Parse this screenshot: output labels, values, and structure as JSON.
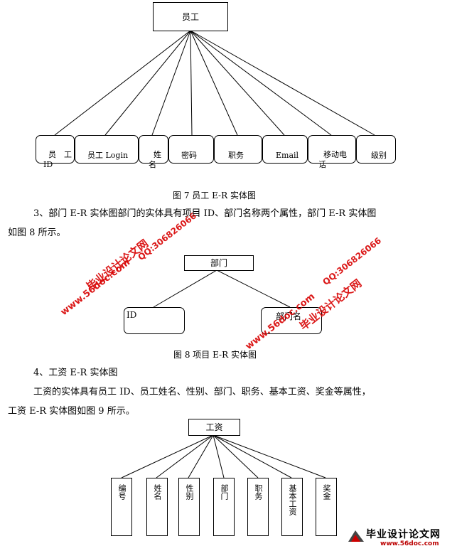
{
  "fig7": {
    "root": "员工",
    "attrs": [
      "员　工\nID",
      "员工 Login",
      "姓\n名",
      "密码",
      "职务",
      "Email",
      "移动电\n话",
      "级别"
    ],
    "caption": "图 7  员工 E-R 实体图"
  },
  "para3": {
    "line1": "3、部门 E-R 实体图部门的实体具有项目 ID、部门名称两个属性，部门 E-R 实体图",
    "line2": "如图 8 所示。"
  },
  "fig8": {
    "root": "部门",
    "attrs": [
      "ID",
      "部门名"
    ],
    "caption": "图 8   项目 E-R 实体图"
  },
  "para4": {
    "heading": "4、工资 E-R 实体图",
    "line1": "工资的实体具有员工 ID、员工姓名、性别、部门、职务、基本工资、奖金等属性，",
    "line2": "工资 E-R 实体图如图 9 所示。"
  },
  "fig9": {
    "root": "工资",
    "attrs": [
      "编号",
      "姓名",
      "性别",
      "部门",
      "职务",
      "基本工资",
      "奖金"
    ]
  },
  "watermark": {
    "site_a": "毕业设计论文网",
    "qq_a": "QQ:306826066",
    "url_a": "www.56doc.com",
    "site_b": "毕业设计论文网",
    "qq_b": "QQ:306826066",
    "url_b": "www.56doc.com"
  },
  "logo": {
    "name": "毕业设计论文网",
    "url": "www.56doc.com"
  }
}
